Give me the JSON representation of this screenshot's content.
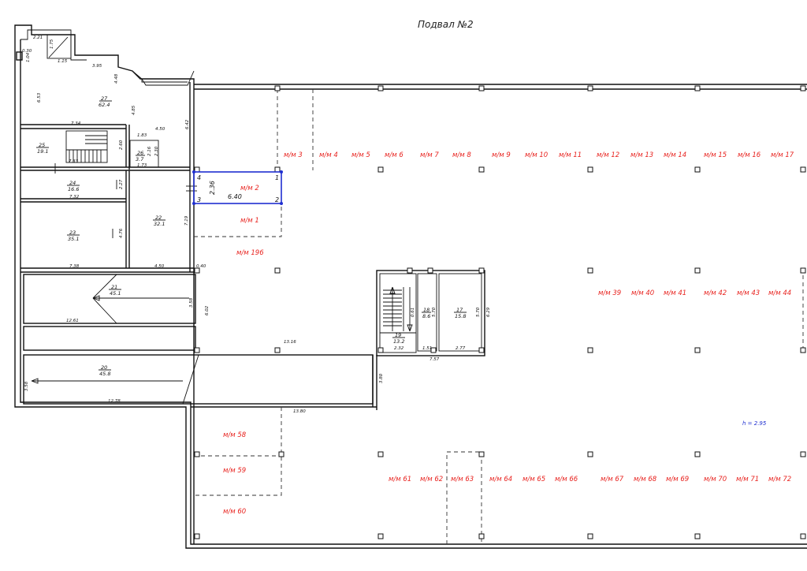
{
  "title": "Подвал №2",
  "height_note": "h = 2.95",
  "parking_spots": [
    {
      "id": "mm3",
      "label": "м/м 3"
    },
    {
      "id": "mm4",
      "label": "м/м 4"
    },
    {
      "id": "mm5",
      "label": "м/м 5"
    },
    {
      "id": "mm6",
      "label": "м/м 6"
    },
    {
      "id": "mm7",
      "label": "м/м 7"
    },
    {
      "id": "mm8",
      "label": "м/м 8"
    },
    {
      "id": "mm9",
      "label": "м/м 9"
    },
    {
      "id": "mm10",
      "label": "м/м 10"
    },
    {
      "id": "mm11",
      "label": "м/м 11"
    },
    {
      "id": "mm12",
      "label": "м/м 12"
    },
    {
      "id": "mm13",
      "label": "м/м 13"
    },
    {
      "id": "mm14",
      "label": "м/м 14"
    },
    {
      "id": "mm15",
      "label": "м/м 15"
    },
    {
      "id": "mm16",
      "label": "м/м 16"
    },
    {
      "id": "mm17",
      "label": "м/м 17"
    },
    {
      "id": "mm2",
      "label": "м/м 2"
    },
    {
      "id": "mm1",
      "label": "м/м 1"
    },
    {
      "id": "mm196",
      "label": "м/м 196"
    },
    {
      "id": "mm39",
      "label": "м/м 39"
    },
    {
      "id": "mm40",
      "label": "м/м 40"
    },
    {
      "id": "mm41",
      "label": "м/м 41"
    },
    {
      "id": "mm42",
      "label": "м/м 42"
    },
    {
      "id": "mm43",
      "label": "м/м 43"
    },
    {
      "id": "mm44",
      "label": "м/м 44"
    },
    {
      "id": "mm58",
      "label": "м/м 58"
    },
    {
      "id": "mm59",
      "label": "м/м 59"
    },
    {
      "id": "mm60",
      "label": "м/м 60"
    },
    {
      "id": "mm61",
      "label": "м/м 61"
    },
    {
      "id": "mm62",
      "label": "м/м 62"
    },
    {
      "id": "mm63",
      "label": "м/м 63"
    },
    {
      "id": "mm64",
      "label": "м/м 64"
    },
    {
      "id": "mm65",
      "label": "м/м 65"
    },
    {
      "id": "mm66",
      "label": "м/м 66"
    },
    {
      "id": "mm67",
      "label": "м/м 67"
    },
    {
      "id": "mm68",
      "label": "м/м 68"
    },
    {
      "id": "mm69",
      "label": "м/м 69"
    },
    {
      "id": "mm70",
      "label": "м/м 70"
    },
    {
      "id": "mm71",
      "label": "м/м 71"
    },
    {
      "id": "mm72",
      "label": "м/м 72"
    }
  ],
  "rooms": [
    {
      "id": "r27",
      "number": "27",
      "area": "62.4"
    },
    {
      "id": "r25",
      "number": "25",
      "area": "19.1"
    },
    {
      "id": "r26",
      "number": "26",
      "area": "3.7"
    },
    {
      "id": "r24",
      "number": "24",
      "area": "16.6"
    },
    {
      "id": "r23",
      "number": "23",
      "area": "35.1"
    },
    {
      "id": "r22",
      "number": "22",
      "area": "32.1"
    },
    {
      "id": "r21",
      "number": "21",
      "area": "45.1"
    },
    {
      "id": "r20",
      "number": "20",
      "area": "45.8"
    },
    {
      "id": "r19",
      "number": "19",
      "area": "13.2"
    },
    {
      "id": "r18",
      "number": "18",
      "area": "8.6"
    },
    {
      "id": "r17",
      "number": "17",
      "area": "15.8"
    }
  ],
  "dimensions": [
    "2.21",
    "1.75",
    "0.30",
    "1.04",
    "1.15",
    "3.95",
    "4.48",
    "6.53",
    "4.85",
    "6.42",
    "7.34",
    "1.83",
    "4.50",
    "2.60",
    "2.16",
    "2.30",
    "7.33",
    "1.73",
    "2.27",
    "7.32",
    "4.76",
    "7.19",
    "7.38",
    "4.50",
    "0.40",
    "3.58",
    "6.02",
    "12.61",
    "13.16",
    "3.58",
    "12.78",
    "3.80",
    "13.80",
    "0.61",
    "5.70",
    "5.70",
    "6.29",
    "2.32",
    "1.51",
    "2.77",
    "7.57"
  ],
  "selection": {
    "label": "м/м 2",
    "width": "6.40",
    "depth": "2.36",
    "vertices": [
      "1",
      "2",
      "3",
      "4"
    ]
  }
}
